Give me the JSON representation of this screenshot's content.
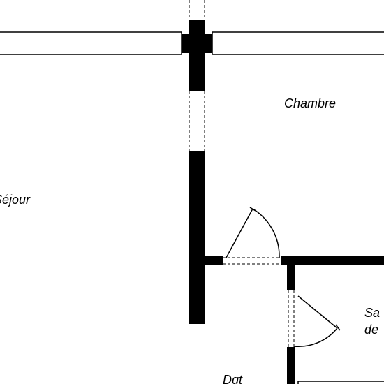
{
  "plan": {
    "rooms": {
      "chambre": "Chambre",
      "sejour": "Séjour",
      "salle_line1": "Sa",
      "salle_line2": "de",
      "dgt": "Dgt"
    },
    "colors": {
      "wall": "#000000",
      "background": "#ffffff",
      "line": "#000000"
    }
  }
}
